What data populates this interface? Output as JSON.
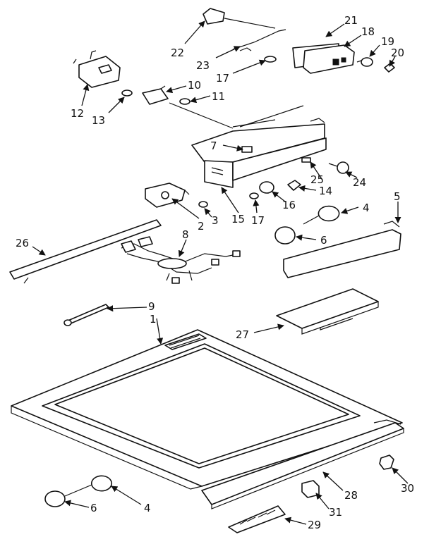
{
  "diagram": {
    "callouts": [
      "1",
      "2",
      "3",
      "4",
      "5",
      "6",
      "7",
      "8",
      "9",
      "10",
      "11",
      "12",
      "13",
      "14",
      "15",
      "16",
      "17",
      "18",
      "19",
      "20",
      "21",
      "22",
      "23",
      "24",
      "25",
      "26",
      "27",
      "28",
      "29",
      "30",
      "31"
    ],
    "extra_callouts": {
      "4b": "4",
      "6b": "6",
      "17b": "17"
    }
  }
}
